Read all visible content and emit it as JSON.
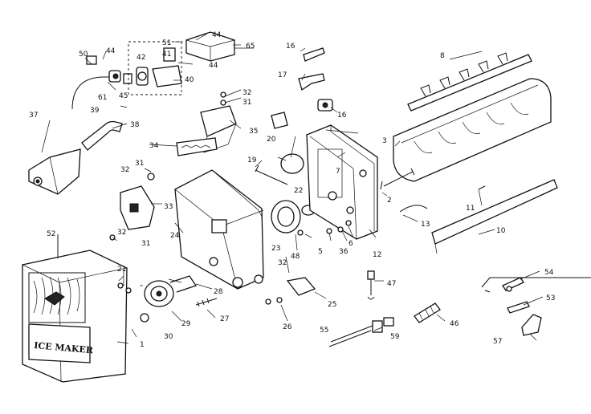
{
  "diagram": {
    "front_panel_text": "ICE MAKER",
    "part_labels": [
      "1",
      "2",
      "3",
      "5",
      "6",
      "7",
      "8",
      "10",
      "11",
      "12",
      "13",
      "16",
      "16",
      "17",
      "19",
      "20",
      "21",
      "22",
      "23",
      "24",
      "25",
      "26",
      "27",
      "28",
      "29",
      "30",
      "31",
      "31",
      "31",
      "32",
      "32",
      "32",
      "32",
      "33",
      "34",
      "35",
      "36",
      "37",
      "38",
      "39",
      "40",
      "41",
      "42",
      "44",
      "44",
      "44",
      "45",
      "46",
      "47",
      "48",
      "50",
      "51",
      "52",
      "53",
      "54",
      "55",
      "57",
      "59",
      "61",
      "65"
    ]
  }
}
